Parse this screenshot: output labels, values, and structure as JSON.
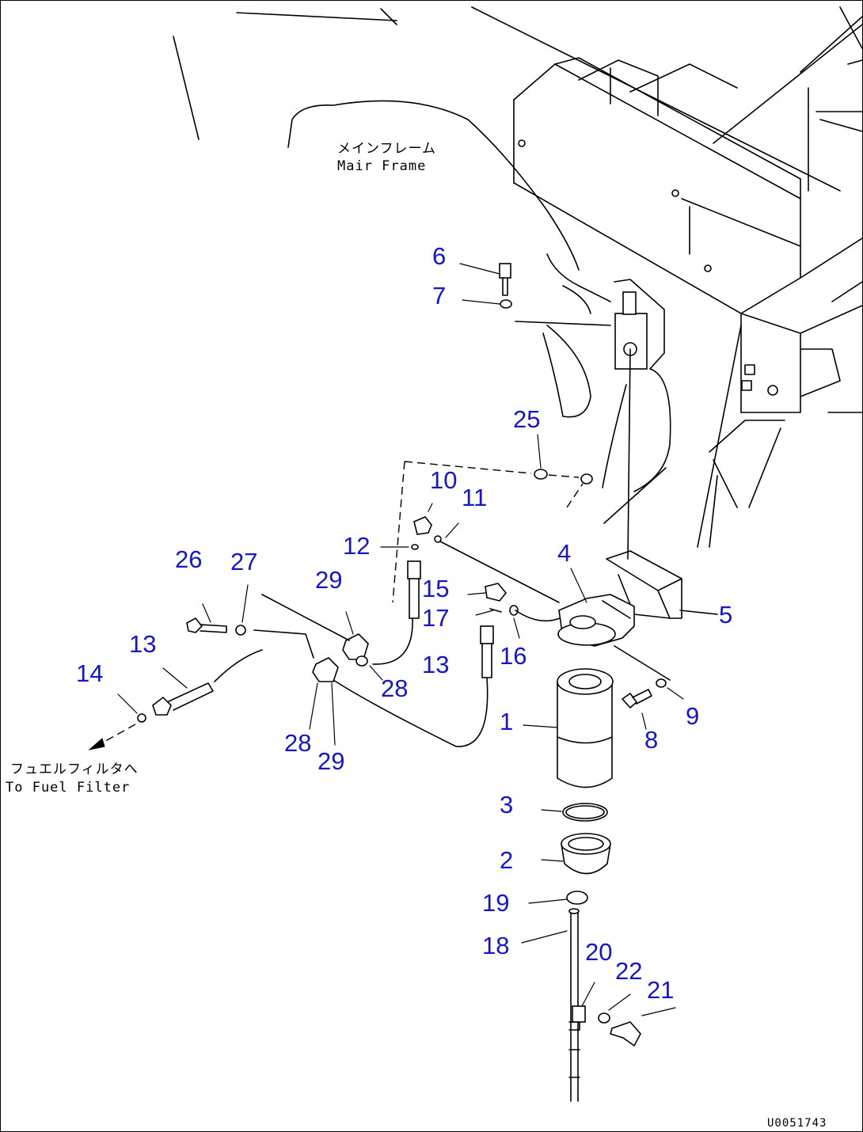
{
  "labels": {
    "main_frame_jp": "メインフレーム",
    "main_frame_en": "Mair Frame",
    "fuel_filter_jp": "フュエルフィルタへ",
    "fuel_filter_en": "To Fuel Filter"
  },
  "drawing_code": "U0051743",
  "callouts": [
    {
      "id": "c1",
      "text": "1"
    },
    {
      "id": "c2",
      "text": "2"
    },
    {
      "id": "c3",
      "text": "3"
    },
    {
      "id": "c4",
      "text": "4"
    },
    {
      "id": "c5",
      "text": "5"
    },
    {
      "id": "c6",
      "text": "6"
    },
    {
      "id": "c7",
      "text": "7"
    },
    {
      "id": "c8",
      "text": "8"
    },
    {
      "id": "c9",
      "text": "9"
    },
    {
      "id": "c10",
      "text": "10"
    },
    {
      "id": "c11",
      "text": "11"
    },
    {
      "id": "c12",
      "text": "12"
    },
    {
      "id": "c13a",
      "text": "13"
    },
    {
      "id": "c13b",
      "text": "13"
    },
    {
      "id": "c14",
      "text": "14"
    },
    {
      "id": "c15",
      "text": "15"
    },
    {
      "id": "c16",
      "text": "16"
    },
    {
      "id": "c17",
      "text": "17"
    },
    {
      "id": "c18",
      "text": "18"
    },
    {
      "id": "c19",
      "text": "19"
    },
    {
      "id": "c20",
      "text": "20"
    },
    {
      "id": "c21",
      "text": "21"
    },
    {
      "id": "c22",
      "text": "22"
    },
    {
      "id": "c25",
      "text": "25"
    },
    {
      "id": "c26",
      "text": "26"
    },
    {
      "id": "c27",
      "text": "27"
    },
    {
      "id": "c28a",
      "text": "28"
    },
    {
      "id": "c28b",
      "text": "28"
    },
    {
      "id": "c29a",
      "text": "29"
    },
    {
      "id": "c29b",
      "text": "29"
    }
  ],
  "colors": {
    "callout": "#1616c8",
    "line": "#000000",
    "background": "#ffffff"
  }
}
